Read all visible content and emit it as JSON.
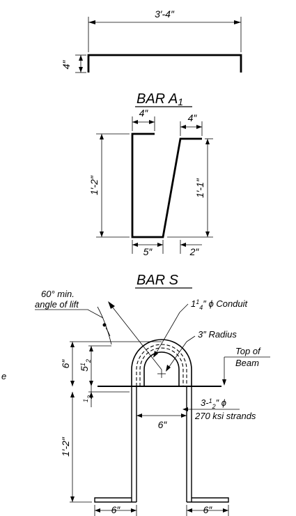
{
  "bar_a1": {
    "title": "BAR A",
    "title_sub": "1",
    "dim_length": "3′-4″",
    "dim_leg": "4″"
  },
  "bar_s": {
    "title": "BAR S",
    "dim_top_left": "4″",
    "dim_top_right": "4″",
    "dim_left_height": "1′-2″",
    "dim_right_height": "1′-1″",
    "dim_bottom_left": "5″",
    "dim_bottom_right": "2″"
  },
  "lifting_detail": {
    "lift_note_line1": "60° min.",
    "lift_note_line2": "angle of lift",
    "conduit_whole": "1",
    "conduit_frac": "1",
    "conduit_den": "4",
    "conduit_rest": "″ ϕ Conduit",
    "radius_label": "3″ Radius",
    "top_of_beam_line1": "Top of",
    "top_of_beam_line2": "Beam",
    "strands_line1": "3-",
    "strands_frac": "1",
    "strands_den": "2",
    "strands_rest": "″ ϕ",
    "strands_line2": "270 ksi strands",
    "dim_6_upper": "6″",
    "dim_5half_whole": "5",
    "dim_5half_num": "1",
    "dim_5half_den": "2",
    "dim_half_num": "1",
    "dim_half_den": "2",
    "dim_1_2": "1′-2″",
    "dim_inner_width": "6″",
    "dim_left_foot": "6″",
    "dim_right_foot": "6″",
    "margin_fragment": "e"
  }
}
